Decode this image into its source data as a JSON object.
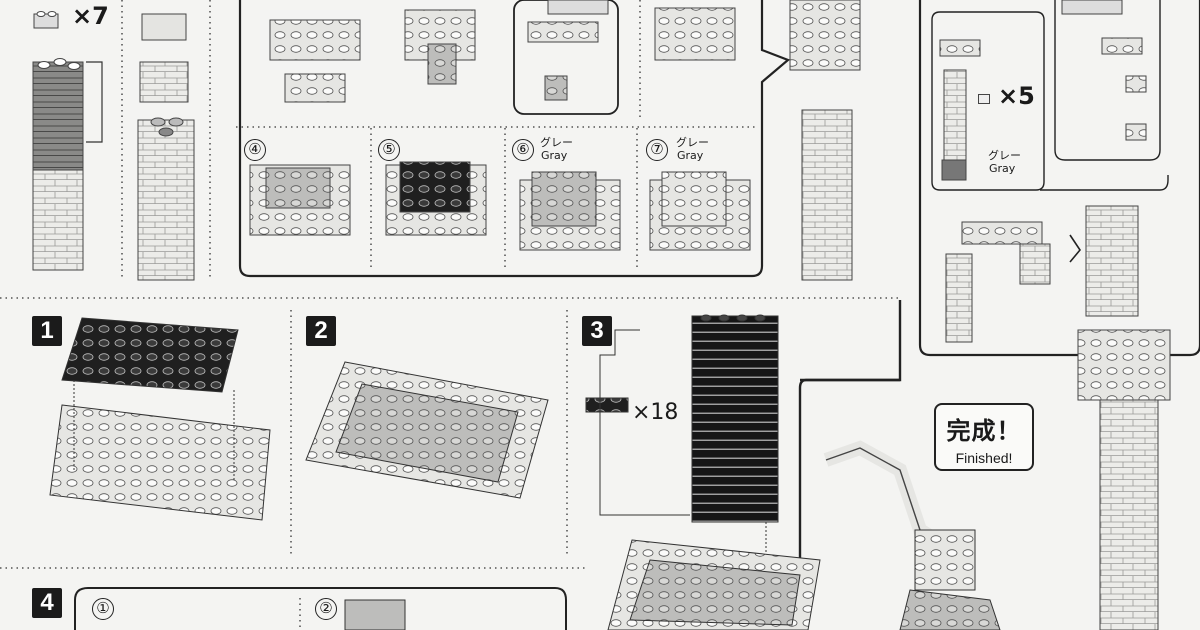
{
  "steps": {
    "step1": "1",
    "step2": "2",
    "step3": "3",
    "step4": "4"
  },
  "multipliers": {
    "top_left": "×7",
    "plate_x18": "×18",
    "right_x5": "×5"
  },
  "substeps": {
    "s4": "④",
    "s5": "⑤",
    "s6": "⑥",
    "s7": "⑦",
    "b1": "①",
    "b2": "②"
  },
  "color_labels": {
    "gray_jp": "グレー",
    "gray_en": "Gray"
  },
  "finished": {
    "jp": "完成！",
    "en": "Finished!"
  },
  "colors": {
    "ink": "#1b1b1b",
    "paper": "#f4f4f2",
    "brick_light": "#e9e9e6",
    "brick_mid": "#bdbdbb",
    "brick_dark": "#6f6f6f"
  }
}
